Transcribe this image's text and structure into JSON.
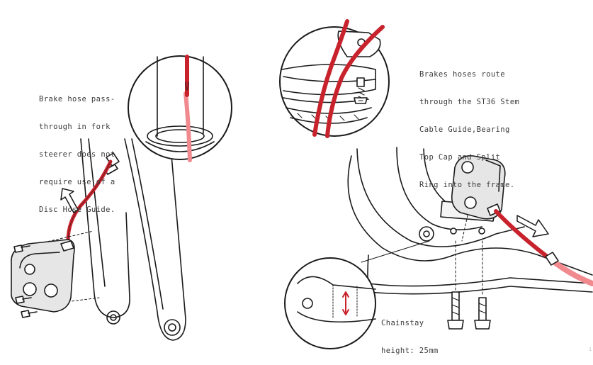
{
  "captions": {
    "fork_note": [
      "Brake hose pass-",
      "through in fork",
      "steerer does not",
      "require use of a",
      "Disc Hose Guide."
    ],
    "stem_note": [
      "Brakes hoses route",
      "through the ST36 Stem",
      "Cable Guide,Bearing",
      "Top Cap and Split",
      "Ring into the frame."
    ],
    "chainstay_note": [
      "Chainstay",
      "height: 25mm"
    ]
  },
  "page_number": "1",
  "colors": {
    "hose": "#c8232c",
    "hose_light": "#f08a8f",
    "line": "#1a1a1a",
    "fill_gray": "#d9d9d9"
  }
}
